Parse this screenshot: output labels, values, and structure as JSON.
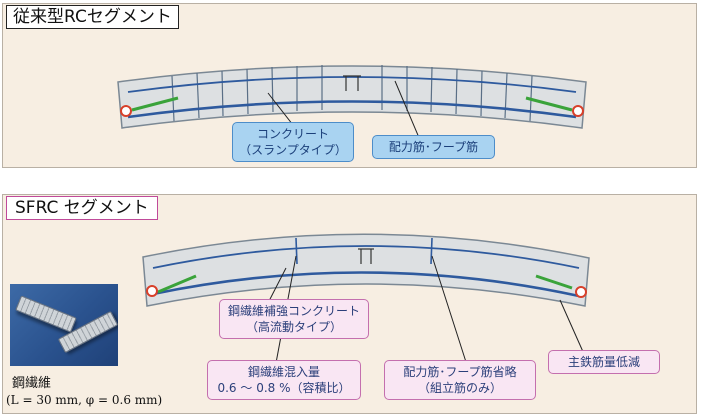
{
  "top_panel": {
    "title": "従来型RCセグメント",
    "callouts": {
      "concrete": {
        "line1": "コンクリート",
        "line2": "（スランプタイプ）"
      },
      "rebar": {
        "line1": "配力筋･フープ筋"
      }
    }
  },
  "bottom_panel": {
    "title": "SFRC セグメント",
    "callouts": {
      "sfrc_concrete": {
        "line1": "鋼繊維補強コンクリート",
        "line2": "（高流動タイプ）"
      },
      "fiber_mix": {
        "line1": "鋼繊維混入量",
        "line2": "0.6 ～ 0.8 %（容積比）"
      },
      "rebar_omit": {
        "line1": "配力筋･フープ筋省略",
        "line2": "（組立筋のみ）"
      },
      "main_rebar": {
        "line1": "主鉄筋量低減"
      }
    },
    "photo": {
      "label": "鋼繊維",
      "spec": "(L = 30 mm,  φ = 0.6 mm)"
    }
  },
  "colors": {
    "panel_bg": "#f7eee2",
    "segment_fill": "#dde0e2",
    "rebar_blue": "#2e5a9e",
    "accent_green": "#3aa33a",
    "joint_red": "#d8402a",
    "callout_blue": "#a9d3f1",
    "callout_pink": "#f9e6f3"
  }
}
